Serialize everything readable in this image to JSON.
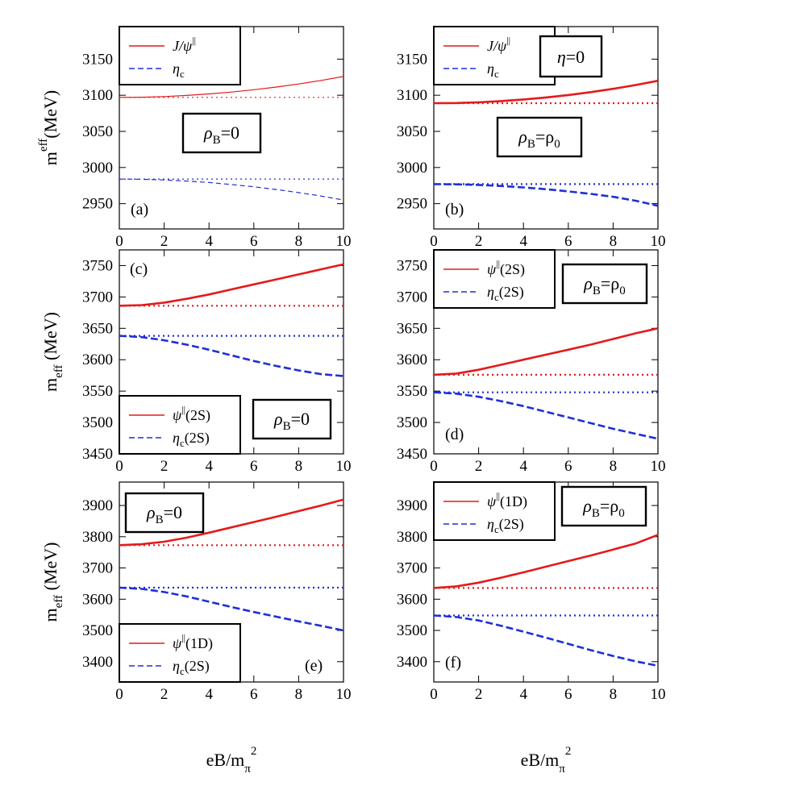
{
  "figure": {
    "xlabel_main": "eB/m",
    "xlabel_sub": "π",
    "xlabel_sup": "2"
  },
  "colors": {
    "red": "#e41a1c",
    "blue": "#1f2fd8",
    "black": "#000000"
  },
  "chart_data": [
    {
      "type": "line",
      "panel": "a",
      "ylabel_main": "m",
      "ylabel_sup": "eff",
      "ylabel_tail": "(MeV)",
      "xlim": [
        0,
        10
      ],
      "ylim": [
        2915,
        3195
      ],
      "xticks": [
        0,
        2,
        4,
        6,
        8,
        10
      ],
      "yticks": [
        2950,
        3000,
        3050,
        3100,
        3150
      ],
      "show_xtick_labels": true,
      "thin": true,
      "legend_box": "top-left",
      "box_label": {
        "parts": [
          "ρ",
          "B",
          "=0"
        ]
      },
      "panel_label": "(a)",
      "series": [
        {
          "name_main": "J/ψ",
          "name_sup": "||",
          "name_sub": "",
          "name_tail": "",
          "color": "red",
          "style": "solid",
          "x": [
            0,
            1,
            2,
            3,
            4,
            5,
            6,
            7,
            8,
            9,
            10
          ],
          "y": [
            3097,
            3097.3,
            3098.2,
            3099.7,
            3101.8,
            3104.4,
            3107.6,
            3111.3,
            3115.6,
            3120.5,
            3126
          ]
        },
        {
          "name_main": "",
          "color": "red",
          "style": "dotted",
          "x": [
            0,
            10
          ],
          "y": [
            3097,
            3097
          ]
        },
        {
          "name_main": "η",
          "name_sup": "",
          "name_sub": "c",
          "name_tail": "",
          "color": "blue",
          "style": "dashed",
          "x": [
            0,
            1,
            2,
            3,
            4,
            5,
            6,
            7,
            8,
            9,
            10
          ],
          "y": [
            2984,
            2983.7,
            2982.8,
            2981.3,
            2979.2,
            2976.5,
            2973.3,
            2969.6,
            2965.3,
            2960.5,
            2955
          ]
        },
        {
          "name_main": "",
          "color": "blue",
          "style": "dotted",
          "x": [
            0,
            10
          ],
          "y": [
            2984,
            2984
          ]
        }
      ]
    },
    {
      "type": "line",
      "panel": "b",
      "xlim": [
        0,
        10
      ],
      "ylim": [
        2915,
        3195
      ],
      "xticks": [
        0,
        2,
        4,
        6,
        8,
        10
      ],
      "yticks": [
        2950,
        3000,
        3050,
        3100,
        3150
      ],
      "show_xtick_labels": true,
      "thin": false,
      "legend_box": "top-left",
      "extra_box": {
        "parts": [
          "η",
          "",
          "=0"
        ]
      },
      "box_label": {
        "parts": [
          "ρ",
          "B",
          "=ρ",
          "0"
        ]
      },
      "panel_label": "(b)",
      "series": [
        {
          "name_main": "J/ψ",
          "name_sup": "||",
          "name_sub": "",
          "name_tail": "",
          "color": "red",
          "style": "solid",
          "x": [
            0,
            1,
            2,
            3,
            4,
            5,
            6,
            7,
            8,
            9,
            10
          ],
          "y": [
            3089,
            3089.3,
            3090.3,
            3091.9,
            3094.1,
            3096.9,
            3100.3,
            3104.3,
            3108.9,
            3114.1,
            3120
          ]
        },
        {
          "name_main": "",
          "color": "red",
          "style": "dotted",
          "x": [
            0,
            10
          ],
          "y": [
            3089,
            3089
          ]
        },
        {
          "name_main": "η",
          "name_sup": "",
          "name_sub": "c",
          "name_tail": "",
          "color": "blue",
          "style": "dashed",
          "x": [
            0,
            1,
            2,
            3,
            4,
            5,
            6,
            7,
            8,
            9,
            10
          ],
          "y": [
            2977,
            2976.7,
            2975.9,
            2974.5,
            2972.5,
            2970,
            2967,
            2963.5,
            2959.5,
            2954,
            2947
          ]
        },
        {
          "name_main": "",
          "color": "blue",
          "style": "dotted",
          "x": [
            0,
            10
          ],
          "y": [
            2977,
            2977
          ]
        }
      ]
    },
    {
      "type": "line",
      "panel": "c",
      "ylabel_main": "m",
      "ylabel_sub": "eff",
      "ylabel_tail": " (MeV)",
      "xlim": [
        0,
        10
      ],
      "ylim": [
        3450,
        3775
      ],
      "xticks": [
        0,
        2,
        4,
        6,
        8,
        10
      ],
      "yticks": [
        3450,
        3500,
        3550,
        3600,
        3650,
        3700,
        3750
      ],
      "show_xtick_labels": true,
      "thin": false,
      "legend_box": "bottom-left",
      "box_label": {
        "parts": [
          "ρ",
          "B",
          "=0"
        ]
      },
      "panel_label": "(c)",
      "panel_label_pos": "top-left",
      "series": [
        {
          "name_main": "ψ",
          "name_sup": "||",
          "name_sub": "",
          "name_tail": "(2S)",
          "color": "red",
          "style": "solid",
          "x": [
            0,
            1,
            2,
            3,
            4,
            5,
            6,
            7,
            8,
            9,
            10
          ],
          "y": [
            3686,
            3687,
            3691,
            3697,
            3704,
            3712,
            3720,
            3728,
            3736,
            3744,
            3752
          ]
        },
        {
          "name_main": "",
          "color": "red",
          "style": "dotted",
          "x": [
            0,
            10
          ],
          "y": [
            3686,
            3686
          ]
        },
        {
          "name_main": "η",
          "name_sup": "",
          "name_sub": "c",
          "name_tail": "(2S)",
          "color": "blue",
          "style": "dashed",
          "x": [
            0,
            1,
            2,
            3,
            4,
            5,
            6,
            7,
            8,
            9,
            10
          ],
          "y": [
            3638,
            3636,
            3631,
            3624,
            3616,
            3607,
            3598,
            3590,
            3583,
            3577,
            3574
          ]
        },
        {
          "name_main": "",
          "color": "blue",
          "style": "dotted",
          "x": [
            0,
            10
          ],
          "y": [
            3638,
            3638
          ]
        }
      ]
    },
    {
      "type": "line",
      "panel": "d",
      "xlim": [
        0,
        10
      ],
      "ylim": [
        3450,
        3775
      ],
      "xticks": [
        0,
        2,
        4,
        6,
        8,
        10
      ],
      "yticks": [
        3450,
        3500,
        3550,
        3600,
        3650,
        3700,
        3750
      ],
      "show_xtick_labels": true,
      "thin": false,
      "legend_box": "top-left",
      "box_label": {
        "parts": [
          "ρ",
          "B",
          "=ρ",
          "0"
        ]
      },
      "panel_label": "(d)",
      "series": [
        {
          "name_main": "ψ",
          "name_sup": "||",
          "name_sub": "",
          "name_tail": "(2S)",
          "color": "red",
          "style": "solid",
          "x": [
            0,
            1,
            2,
            3,
            4,
            5,
            6,
            7,
            8,
            9,
            10
          ],
          "y": [
            3576,
            3578,
            3584,
            3592,
            3600,
            3608,
            3616,
            3624,
            3633,
            3642,
            3650
          ]
        },
        {
          "name_main": "",
          "color": "red",
          "style": "dotted",
          "x": [
            0,
            10
          ],
          "y": [
            3576,
            3576
          ]
        },
        {
          "name_main": "η",
          "name_sup": "",
          "name_sub": "c",
          "name_tail": "(2S)",
          "color": "blue",
          "style": "dashed",
          "x": [
            0,
            1,
            2,
            3,
            4,
            5,
            6,
            7,
            8,
            9,
            10
          ],
          "y": [
            3548,
            3546,
            3541,
            3534,
            3526,
            3517,
            3508,
            3499,
            3490,
            3482,
            3474
          ]
        },
        {
          "name_main": "",
          "color": "blue",
          "style": "dotted",
          "x": [
            0,
            10
          ],
          "y": [
            3548,
            3548
          ]
        }
      ]
    },
    {
      "type": "line",
      "panel": "e",
      "ylabel_main": "m",
      "ylabel_sub": "eff",
      "ylabel_tail": " (MeV)",
      "xlim": [
        0,
        10
      ],
      "ylim": [
        3335,
        3975
      ],
      "xticks": [
        0,
        2,
        4,
        6,
        8,
        10
      ],
      "yticks": [
        3400,
        3500,
        3600,
        3700,
        3800,
        3900
      ],
      "show_xtick_labels": true,
      "thin": false,
      "legend_box": "bottom-left",
      "box_label": {
        "parts": [
          "ρ",
          "B",
          "=0"
        ]
      },
      "box_label_pos": "top-left",
      "panel_label": "(e)",
      "series": [
        {
          "name_main": "ψ",
          "name_sup": "||",
          "name_sub": "",
          "name_tail": "(1D)",
          "color": "red",
          "style": "solid",
          "x": [
            0,
            1,
            2,
            3,
            4,
            5,
            6,
            7,
            8,
            9,
            10
          ],
          "y": [
            3773,
            3776,
            3784,
            3797,
            3813,
            3830,
            3847,
            3864,
            3882,
            3900,
            3919
          ]
        },
        {
          "name_main": "",
          "color": "red",
          "style": "dotted",
          "x": [
            0,
            10
          ],
          "y": [
            3773,
            3773
          ]
        },
        {
          "name_main": "η",
          "name_sup": "",
          "name_sub": "c",
          "name_tail": "(2S)",
          "color": "blue",
          "style": "dashed",
          "x": [
            0,
            1,
            2,
            3,
            4,
            5,
            6,
            7,
            8,
            9,
            10
          ],
          "y": [
            3637,
            3633,
            3623,
            3609,
            3592,
            3575,
            3559,
            3544,
            3529,
            3515,
            3500
          ]
        },
        {
          "name_main": "",
          "color": "blue",
          "style": "dotted",
          "x": [
            0,
            10
          ],
          "y": [
            3637,
            3637
          ]
        }
      ]
    },
    {
      "type": "line",
      "panel": "f",
      "xlim": [
        0,
        10
      ],
      "ylim": [
        3335,
        3975
      ],
      "xticks": [
        0,
        2,
        4,
        6,
        8,
        10
      ],
      "yticks": [
        3400,
        3500,
        3600,
        3700,
        3800,
        3900
      ],
      "show_xtick_labels": true,
      "thin": false,
      "legend_box": "top-left",
      "box_label": {
        "parts": [
          "ρ",
          "B",
          "=ρ",
          "0"
        ]
      },
      "panel_label": "(f)",
      "series": [
        {
          "name_main": "ψ",
          "name_sup": "||",
          "name_sub": "",
          "name_tail": "(1D)",
          "color": "red",
          "style": "solid",
          "x": [
            0,
            1,
            2,
            3,
            4,
            5,
            6,
            7,
            8,
            9,
            10
          ],
          "y": [
            3636,
            3641,
            3653,
            3669,
            3686,
            3704,
            3722,
            3740,
            3759,
            3778,
            3806
          ]
        },
        {
          "name_main": "",
          "color": "red",
          "style": "dotted",
          "x": [
            0,
            10
          ],
          "y": [
            3636,
            3636
          ]
        },
        {
          "name_main": "η",
          "name_sup": "",
          "name_sub": "c",
          "name_tail": "(2S)",
          "color": "blue",
          "style": "dashed",
          "x": [
            0,
            1,
            2,
            3,
            4,
            5,
            6,
            7,
            8,
            9,
            10
          ],
          "y": [
            3548,
            3543,
            3532,
            3515,
            3496,
            3477,
            3457,
            3437,
            3418,
            3401,
            3387
          ]
        },
        {
          "name_main": "",
          "color": "blue",
          "style": "dotted",
          "x": [
            0,
            10
          ],
          "y": [
            3548,
            3548
          ]
        }
      ]
    }
  ]
}
